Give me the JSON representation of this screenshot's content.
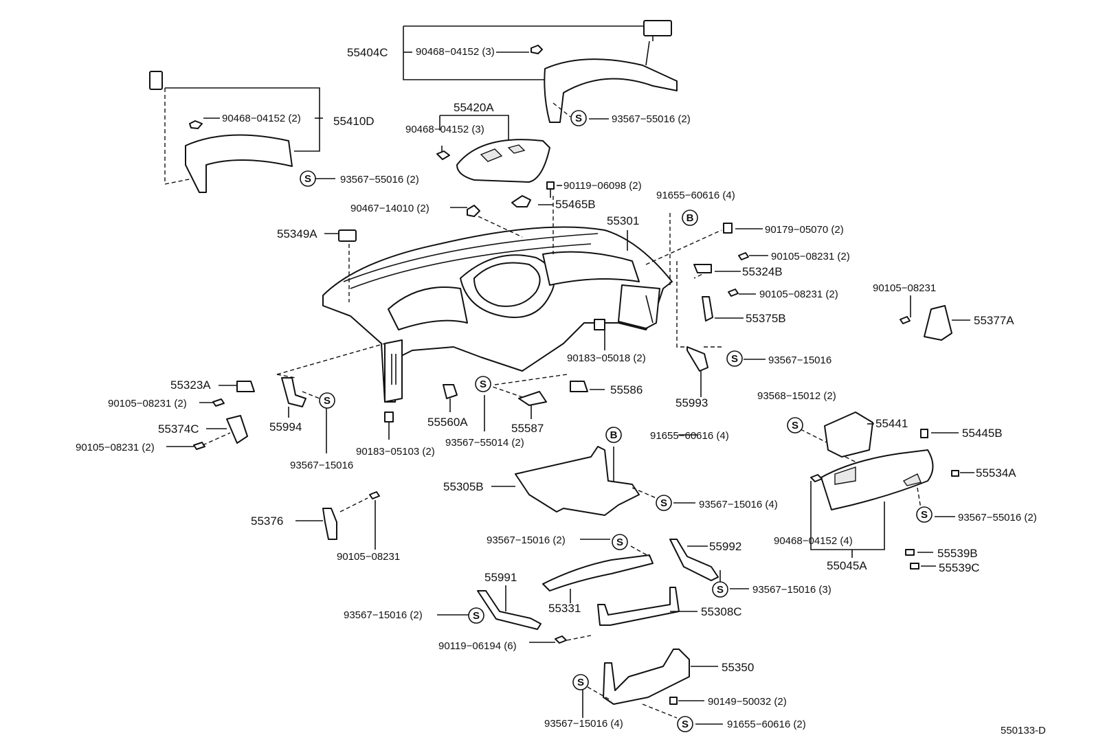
{
  "diagram_code": "550133-D",
  "labels": {
    "p55404C": "55404C",
    "p90468_1": "90468−04152 (3)",
    "p55410D": "55410D",
    "p90468_2": "90468−04152 (2)",
    "p93567_55016_a": "93567−55016 (2)",
    "p55420A": "55420A",
    "p90468_3": "90468−04152 (3)",
    "p93567_55016_b": "93567−55016 (2)",
    "p90119_06098": "90119−06098 (2)",
    "p55465B": "55465B",
    "p91655_60616_a": "91655−60616 (4)",
    "p90467": "90467−14010 (2)",
    "p55301": "55301",
    "p90179": "90179−05070 (2)",
    "p55349A": "55349A",
    "p90105_a": "90105−08231 (2)",
    "p55324B": "55324B",
    "p90105_b": "90105−08231 (2)",
    "p55375B": "55375B",
    "p90105_c": "90105−08231",
    "p55377A": "55377A",
    "p90183_05018": "90183−05018 (2)",
    "p93567_15016_a": "93567−15016",
    "p55323A": "55323A",
    "p90105_d": "90105−08231 (2)",
    "p55374C": "55374C",
    "p90105_e": "90105−08231 (2)",
    "p55994": "55994",
    "p93567_15016_b": "93567−15016",
    "p55560A": "55560A",
    "p55587": "55587",
    "p55586": "55586",
    "p90183_05103": "90183−05103 (2)",
    "p93567_55014": "93567−55014 (2)",
    "p55993": "55993",
    "p93568": "93568−15012 (2)",
    "p55441": "55441",
    "p55445B": "55445B",
    "p91655_60616_b": "91655−60616 (4)",
    "p55305B": "55305B",
    "p93567_15016_c": "93567−15016 (4)",
    "p55534A": "55534A",
    "p93567_55016_c": "93567−55016 (2)",
    "p55376": "55376",
    "p90105_f": "90105−08231",
    "p93567_15016_d": "93567−15016 (2)",
    "p55992": "55992",
    "p90468_4": "90468−04152 (4)",
    "p55539B": "55539B",
    "p55539C": "55539C",
    "p55045A": "55045A",
    "p55991": "55991",
    "p55331": "55331",
    "p93567_15016_e": "93567−15016 (3)",
    "p93567_15016_f": "93567−15016 (2)",
    "p55308C": "55308C",
    "p90119_06194": "90119−06194 (6)",
    "p55350": "55350",
    "p90149": "90149−50032 (2)",
    "p93567_15016_g": "93567−15016 (4)",
    "p91655_60616_c": "91655−60616 (2)"
  },
  "symbols": {
    "s": "S",
    "b": "B"
  }
}
